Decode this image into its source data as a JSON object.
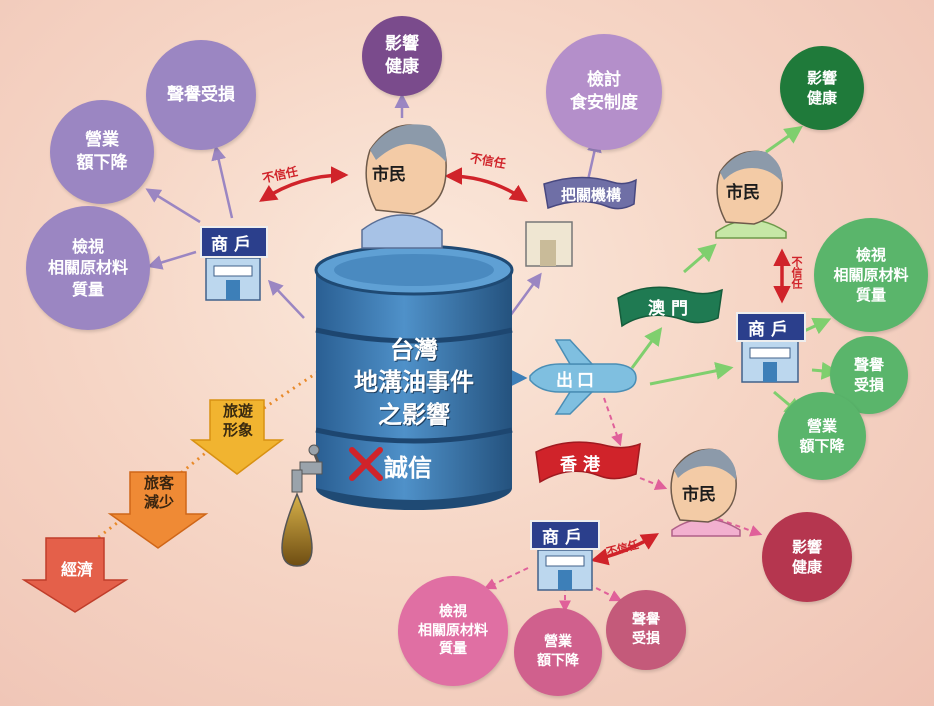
{
  "center": {
    "title": "台灣\n地溝油事件\n之影響",
    "integrity": "誠信"
  },
  "export_label": "出口",
  "taiwan": {
    "citizen": "市民",
    "shop": "商戶",
    "gatekeeper": "把關機構",
    "distrust_left": "不信任",
    "distrust_right": "不信任",
    "circles": {
      "health": "影響\n健康",
      "reputation": "聲譽受損",
      "revenue": "營業\n額下降",
      "review": "檢視\n相關原材料\n質量",
      "food_safety": "檢討\n食安制度"
    }
  },
  "macau": {
    "flag": "澳門",
    "citizen": "市民",
    "shop": "商戶",
    "distrust": "不信任",
    "circles": {
      "health": "影響\n健康",
      "review": "檢視\n相關原材料\n質量",
      "reputation": "聲譽\n受損",
      "revenue": "營業\n額下降"
    }
  },
  "hongkong": {
    "flag": "香港",
    "citizen": "市民",
    "shop": "商戶",
    "distrust": "不信任",
    "circles": {
      "health": "影響\n健康",
      "review": "檢視\n相關原材料\n質量",
      "revenue": "營業\n額下降",
      "reputation": "聲譽\n受損"
    }
  },
  "chain": {
    "tourism": "旅遊\n形象",
    "tourists": "旅客\n減少",
    "economy": "經濟"
  },
  "colors": {
    "taiwan_purple": "#9b86c2",
    "taiwan_dark": "#7a4b8c",
    "macau_green": "#5ab56b",
    "macau_dark": "#1f7a3a",
    "hk_pink": "#e06fa3",
    "hk_dark": "#b5364f",
    "barrel_blue": "#3d7fb8",
    "arrow_red": "#d0232a"
  }
}
